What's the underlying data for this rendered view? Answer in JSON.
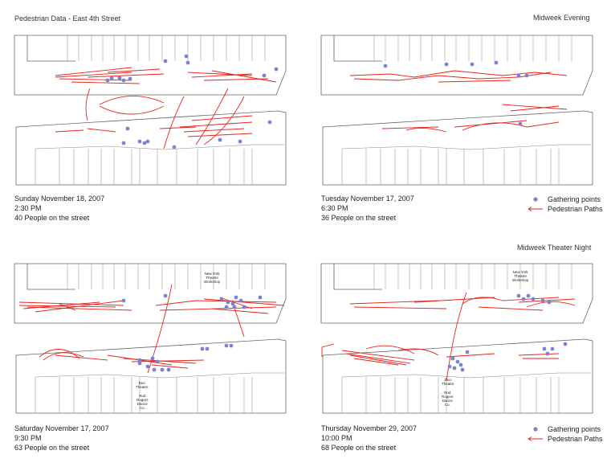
{
  "header": {
    "left_title": "Pedestrian Data - East 4th Street",
    "evening_title": "Midweek Evening",
    "theater_title": "Midweek Theater Night"
  },
  "colors": {
    "path": "#e8231c",
    "gather": "#7b83cf",
    "building": "#666666"
  },
  "panels": {
    "sunday": {
      "date": "Sunday November 18, 2007",
      "time": "2:30 PM",
      "count": "40 People on the street"
    },
    "tuesday": {
      "date": "Tuesday November 17, 2007",
      "time": "6:30 PM",
      "count": "36 People on the street"
    },
    "saturday": {
      "date": "Saturday November 17, 2007",
      "time": "9:30 PM",
      "count": "63 People on the street"
    },
    "thursday": {
      "date": "Thursday November 29, 2007",
      "time": "10:00 PM",
      "count": "68 People on the street"
    }
  },
  "legend": {
    "gathering": "Gathering points",
    "paths": "Pedestrian Paths"
  },
  "labels": {
    "nytw": [
      "New York",
      "Theatre",
      "Workshop"
    ],
    "duo": [
      "Duo",
      "Theatre"
    ],
    "rod": [
      "Rod",
      "Rogers",
      "Dance",
      "Co."
    ]
  }
}
